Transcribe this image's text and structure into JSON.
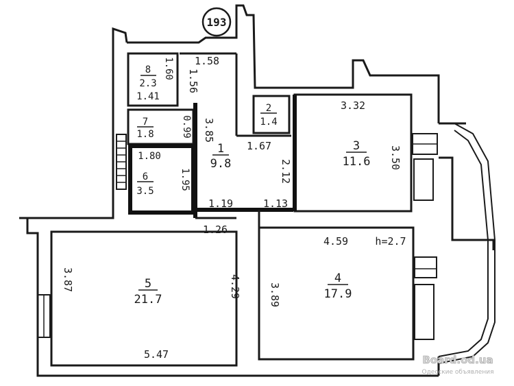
{
  "plan_number": "193",
  "rooms": [
    {
      "id": "1",
      "number": "1",
      "area": "9.8"
    },
    {
      "id": "2",
      "number": "2",
      "area": "1.4"
    },
    {
      "id": "3",
      "number": "3",
      "area": "11.6"
    },
    {
      "id": "4",
      "number": "4",
      "area": "17.9"
    },
    {
      "id": "5",
      "number": "5",
      "area": "21.7"
    },
    {
      "id": "6",
      "number": "6",
      "area": "3.5"
    },
    {
      "id": "7",
      "number": "7",
      "area": "1.8"
    },
    {
      "id": "8",
      "number": "8",
      "area": "2.3"
    }
  ],
  "dimensions": {
    "hall_top": "1.58",
    "hall_side_a": "1.56",
    "hall_side_b": "3.85",
    "room8_width": "1.41",
    "room8_height": "1.60",
    "room7_height": "0.99",
    "room6_width": "1.80",
    "room6_height": "1.95",
    "hall_mid": "1.67",
    "hall_right": "2.12",
    "hall_bottom_left": "1.19",
    "hall_bottom_right": "1.13",
    "passage_width": "1.26",
    "room3_width": "3.32",
    "room3_height": "3.50",
    "room4_width": "4.59",
    "ceiling_height": "h=2.7",
    "room4_height": "3.89",
    "room5_height_left": "3.87",
    "room5_height_right": "4.29",
    "room5_width": "5.47"
  },
  "watermark": {
    "main": "Board.od.ua",
    "sub": "Одесские объявления"
  }
}
